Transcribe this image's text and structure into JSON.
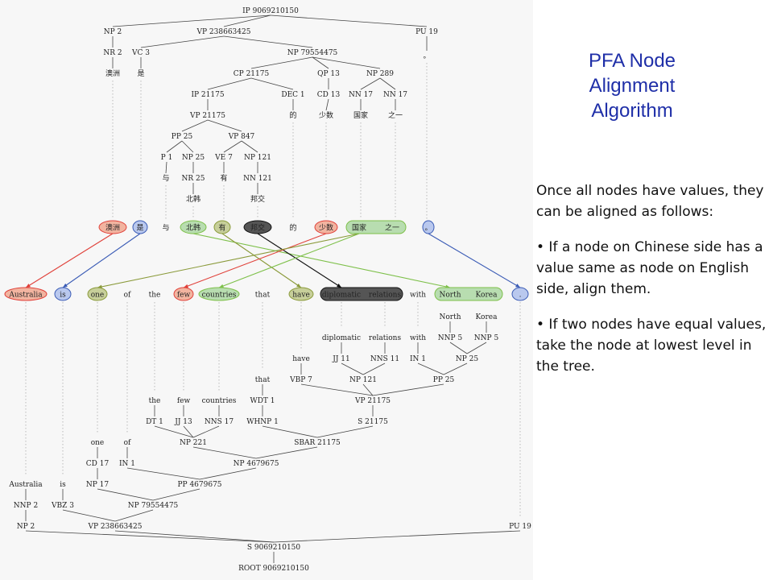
{
  "slide": {
    "title_lines": [
      "PFA Node",
      "Alignment",
      "Algorithm"
    ],
    "intro": "Once all nodes have values, they can be aligned as follows:",
    "bullets": [
      "• If a node on Chinese side has a value same as node on English side, align them.",
      "• If two nodes have equal values, take the node at lowest level in the tree."
    ]
  },
  "colors": {
    "title": "#1f2fa8",
    "red": "#e0413a",
    "blue": "#3a5bb5",
    "olive": "#8a9a3a",
    "green": "#7ec04a",
    "dark": "#222222"
  },
  "chinese_tree": {
    "nodes": [
      {
        "label": "IP 9069210150"
      },
      {
        "label": "NP 2"
      },
      {
        "label": "VP 238663425"
      },
      {
        "label": "PU 19"
      },
      {
        "label": "NR 2"
      },
      {
        "label": "VC 3"
      },
      {
        "label": "NP 79554475"
      },
      {
        "label": "。"
      },
      {
        "label": "澳洲"
      },
      {
        "label": "是"
      },
      {
        "label": "CP 21175"
      },
      {
        "label": "QP 13"
      },
      {
        "label": "NP 289"
      },
      {
        "label": "IP 21175"
      },
      {
        "label": "DEC 1"
      },
      {
        "label": "CD 13"
      },
      {
        "label": "NN 17"
      },
      {
        "label": "NN 17"
      },
      {
        "label": "VP 21175"
      },
      {
        "label": "的"
      },
      {
        "label": "少数"
      },
      {
        "label": "国家"
      },
      {
        "label": "之一"
      },
      {
        "label": "PP 25"
      },
      {
        "label": "VP 847"
      },
      {
        "label": "P 1"
      },
      {
        "label": "NP 25"
      },
      {
        "label": "VE 7"
      },
      {
        "label": "NP 121"
      },
      {
        "label": "与"
      },
      {
        "label": "NR 25"
      },
      {
        "label": "有"
      },
      {
        "label": "NN 121"
      },
      {
        "label": "北韩"
      },
      {
        "label": "邦交"
      }
    ],
    "words": [
      "澳洲",
      "是",
      "与",
      "北韩",
      "有",
      "邦交",
      "的",
      "少数",
      "国家",
      "之一",
      "。"
    ]
  },
  "english_tree": {
    "words": [
      "Australia",
      "is",
      "one",
      "of",
      "the",
      "few",
      "countries",
      "that",
      "have",
      "diplomatic",
      "relations",
      "with",
      "North",
      "Korea",
      "."
    ],
    "nodes": [
      {
        "label": "North"
      },
      {
        "label": "Korea"
      },
      {
        "label": "diplomatic"
      },
      {
        "label": "relations"
      },
      {
        "label": "with"
      },
      {
        "label": "NNP 5"
      },
      {
        "label": "NNP 5"
      },
      {
        "label": "have"
      },
      {
        "label": "JJ 11"
      },
      {
        "label": "NNS 11"
      },
      {
        "label": "IN 1"
      },
      {
        "label": "NP 25"
      },
      {
        "label": "that"
      },
      {
        "label": "VBP 7"
      },
      {
        "label": "NP 121"
      },
      {
        "label": "PP 25"
      },
      {
        "label": "the"
      },
      {
        "label": "few"
      },
      {
        "label": "countries"
      },
      {
        "label": "WDT 1"
      },
      {
        "label": "VP 21175"
      },
      {
        "label": "DT 1"
      },
      {
        "label": "JJ 13"
      },
      {
        "label": "NNS 17"
      },
      {
        "label": "WHNP 1"
      },
      {
        "label": "S 21175"
      },
      {
        "label": "one"
      },
      {
        "label": "of"
      },
      {
        "label": "NP 221"
      },
      {
        "label": "SBAR 21175"
      },
      {
        "label": "CD 17"
      },
      {
        "label": "IN 1"
      },
      {
        "label": "NP 4679675"
      },
      {
        "label": "Australia"
      },
      {
        "label": "is"
      },
      {
        "label": "NP 17"
      },
      {
        "label": "PP 4679675"
      },
      {
        "label": "NNP 2"
      },
      {
        "label": "VBZ 3"
      },
      {
        "label": "NP 79554475"
      },
      {
        "label": "NP 2"
      },
      {
        "label": "VP 238663425"
      },
      {
        "label": "PU 19"
      },
      {
        "label": "S 9069210150"
      },
      {
        "label": "ROOT 9069210150"
      }
    ]
  }
}
